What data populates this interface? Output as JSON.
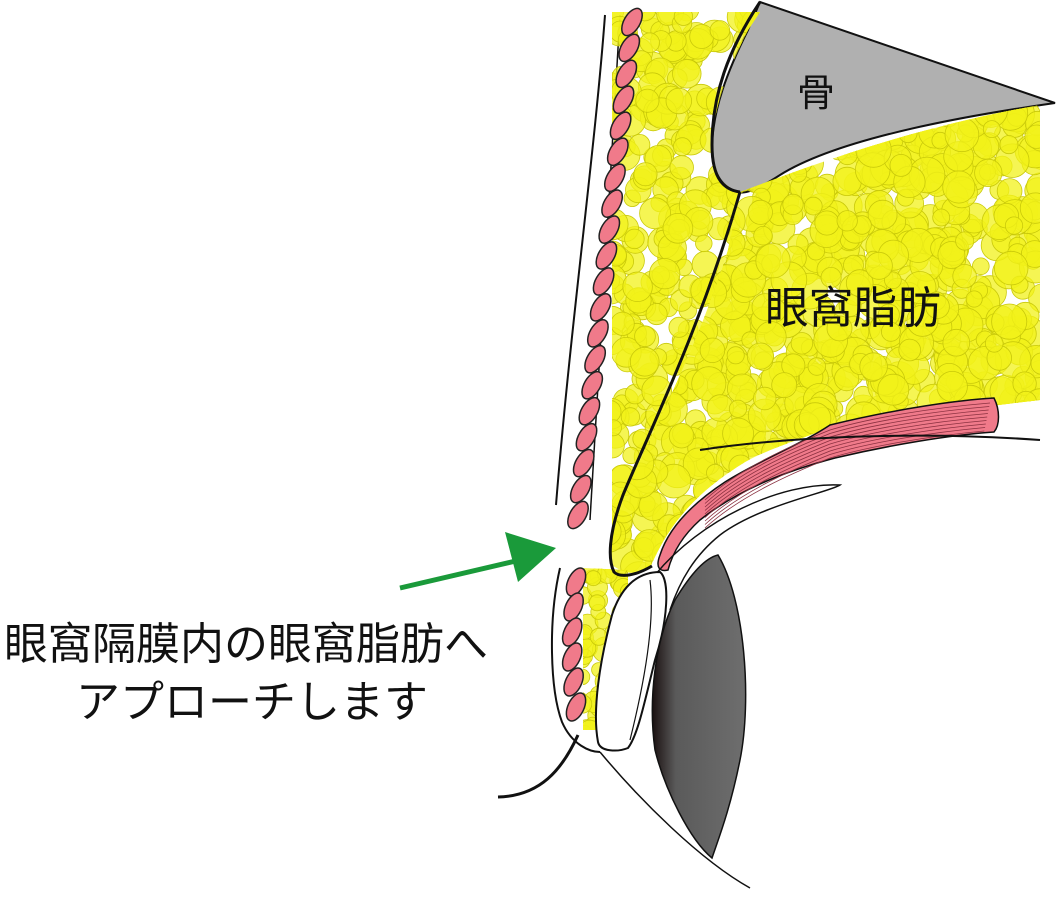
{
  "labels": {
    "bone": "骨",
    "orbital_fat": "眼窩脂肪",
    "approach_line1": "眼窩隔膜内の眼窩脂肪へ",
    "approach_line2": "アプローチします"
  },
  "colors": {
    "fat_fill": "#f2f21a",
    "fat_stroke": "#c9c90a",
    "muscle": "#f07a8a",
    "bone": "#b0b0b0",
    "eyeball_dark": "#6a6a6a",
    "arrow": "#1a9a3a",
    "line": "#111111"
  },
  "icons": {
    "arrow": "green-arrow-icon"
  }
}
